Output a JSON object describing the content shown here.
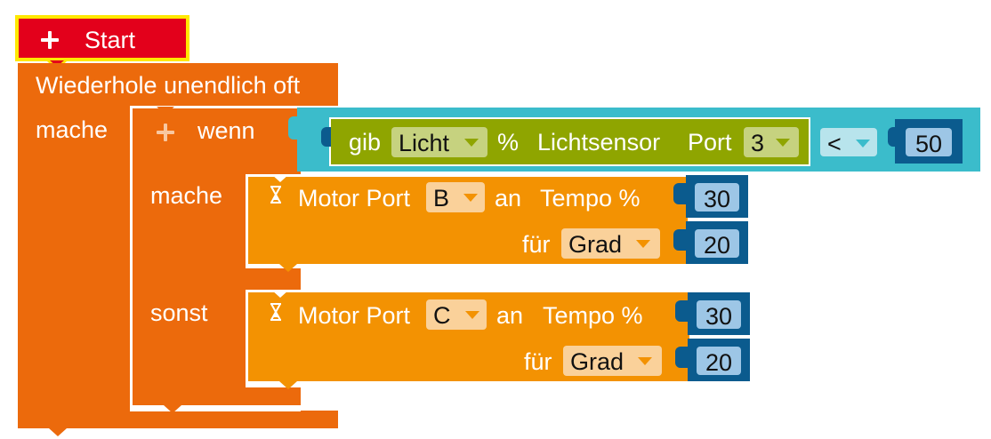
{
  "colors": {
    "start": "#e3001b",
    "start_outline": "#ffe800",
    "control": "#ec6a0c",
    "motor": "#f39202",
    "logic": "#3bbccb",
    "sensor": "#8fa500",
    "number": "#0b5b8e"
  },
  "start_block": {
    "icon": "plus-icon",
    "label": "Start"
  },
  "repeat_block": {
    "label": "Wiederhole unendlich oft",
    "do_label": "mache"
  },
  "if_block": {
    "icon": "plus-icon",
    "if_label": "wenn",
    "do_label": "mache",
    "else_label": "sonst"
  },
  "condition": {
    "operator": "<",
    "compare_value": "50",
    "sensor": {
      "get_label": "gib",
      "mode": "Licht",
      "unit": "%",
      "sensor_name": "Lichtsensor",
      "port_label": "Port",
      "port": "3"
    }
  },
  "motor_blocks": [
    {
      "icon": "hourglass-icon",
      "label": "Motor Port",
      "port": "B",
      "on_label": "an",
      "speed_label": "Tempo %",
      "speed": "30",
      "for_label": "für",
      "unit": "Grad",
      "amount": "20"
    },
    {
      "icon": "hourglass-icon",
      "label": "Motor Port",
      "port": "C",
      "on_label": "an",
      "speed_label": "Tempo %",
      "speed": "30",
      "for_label": "für",
      "unit": "Grad",
      "amount": "20"
    }
  ]
}
